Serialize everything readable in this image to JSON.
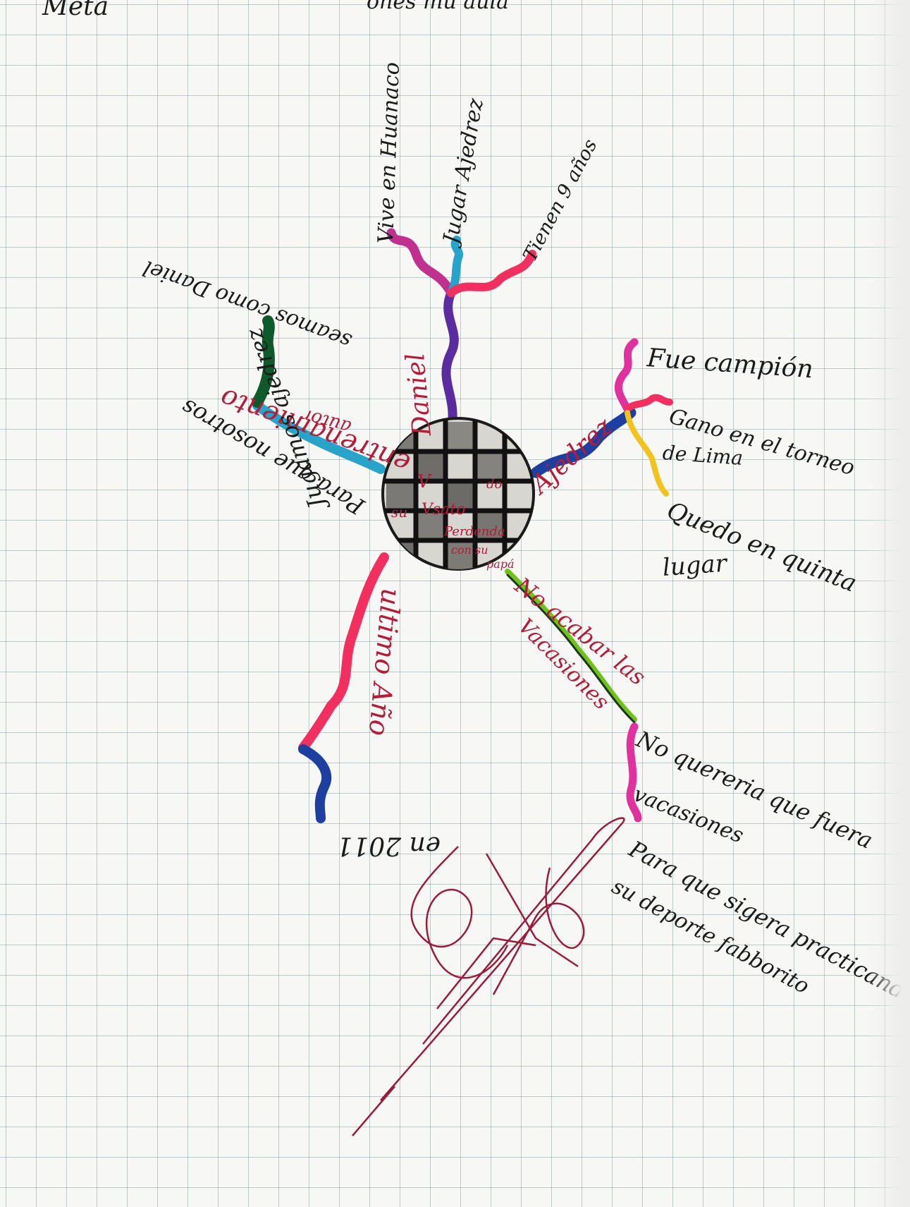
{
  "mind_map": {
    "center": {
      "label": "Daniel",
      "circle_text": [
        "V",
        "do",
        "su",
        "Vsato",
        "Perdenda",
        "con su",
        "papá"
      ]
    },
    "branches": {
      "daniel": {
        "label": "Daniel",
        "items": [
          "Vive en Huanaco",
          "Jugar Ajedrez",
          "Tienen 9 años"
        ]
      },
      "ajedrez": {
        "label": "Ajedrez",
        "items": [
          "Fue campión",
          "Gano en el torneo",
          "de Lima",
          "Quedo en quinta",
          "lugar"
        ]
      },
      "vacaciones": {
        "label_line1": "No acabar las",
        "label_line2": "Vacasiones",
        "items": [
          "No quereria que fuera",
          "vacasiones",
          "Para que sigera practicando",
          "su deporte fabborito"
        ]
      },
      "ultimo_ano": {
        "label": "ultimo Año",
        "items": [
          "en 2011"
        ]
      },
      "entrenamiento": {
        "label_line1": "entrenamiento",
        "label_line2": "autor",
        "items": [
          "Para que nosotros",
          "seamos como Daniel",
          "Jugamos ajedrez"
        ]
      }
    },
    "top_edge_text": [
      "Meta",
      "ones mu aula"
    ]
  },
  "colors": {
    "grid": "#6e9696",
    "pink": "#e0329f",
    "magenta": "#c0308f",
    "red_pink": "#f2305f",
    "purple": "#5b2ca0",
    "blue": "#1d3fa0",
    "cyan": "#29a3c9",
    "green_dark": "#0f5a2a",
    "lime": "#6fc21e",
    "yellow": "#f2c21f",
    "ink_red": "#b21d3a",
    "ink_dark": "#1b1b1b"
  },
  "icons": [
    "chessboard-icon",
    "signature-icon"
  ]
}
